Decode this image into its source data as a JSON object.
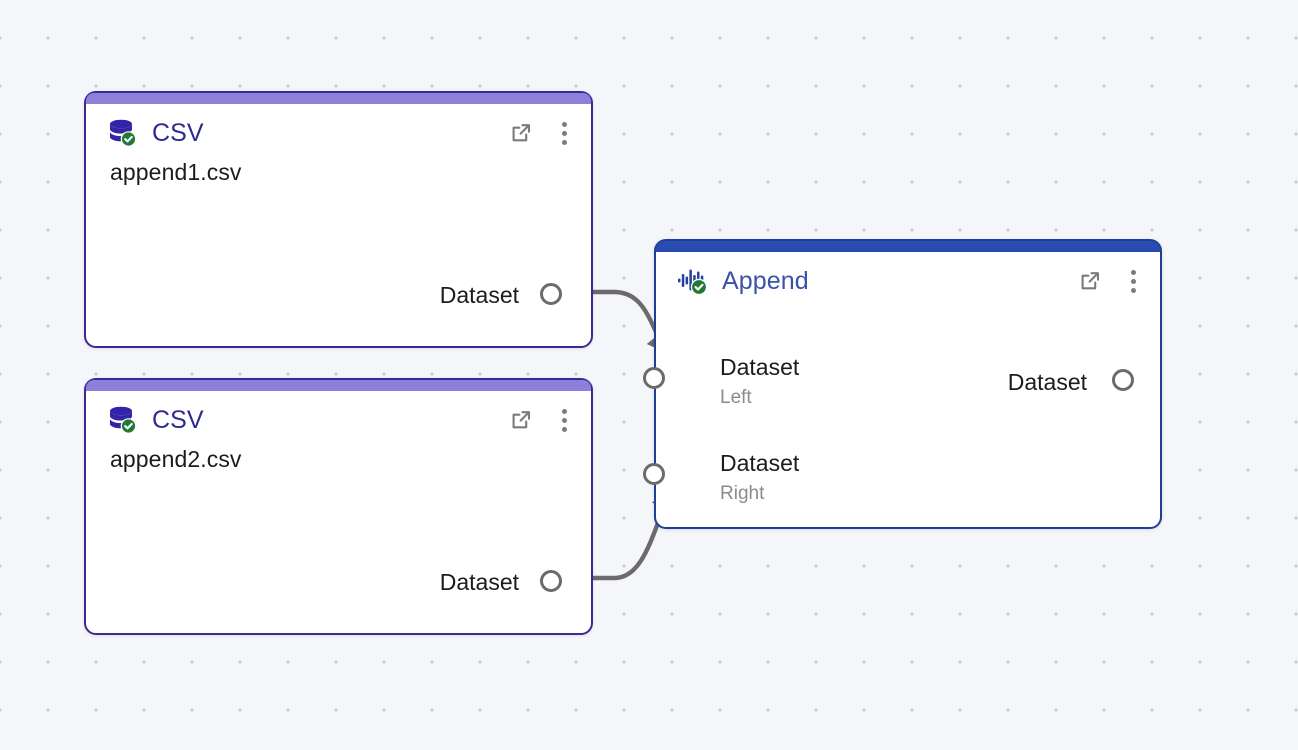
{
  "canvas": {
    "background_color": "#f4f6f9",
    "dot_color": "#c6cad2",
    "grid_spacing": 48
  },
  "palette": {
    "csv_border": "#3a2a96",
    "csv_header": "#8d80da",
    "csv_title_text": "#2e2a8f",
    "append_border": "#1f3f97",
    "append_header": "#2a4bb0",
    "append_title_text": "#3a53a8",
    "status_check_green": "#1f7a35",
    "port_stroke": "#6b6b6b",
    "edge_stroke": "#6b6b6b",
    "sublabel_text": "#8b8b8f",
    "body_text": "#1c1c1c"
  },
  "nodes": [
    {
      "id": "csv-1",
      "type": "CSV",
      "title": "CSV",
      "icon": "database-icon",
      "status_icon": "check-circle-icon",
      "file_name": "append1.csv",
      "open_icon": "external-link-icon",
      "menu_icon": "kebab-menu-icon",
      "outputs": [
        {
          "label": "Dataset"
        }
      ]
    },
    {
      "id": "csv-2",
      "type": "CSV",
      "title": "CSV",
      "icon": "database-icon",
      "status_icon": "check-circle-icon",
      "file_name": "append2.csv",
      "open_icon": "external-link-icon",
      "menu_icon": "kebab-menu-icon",
      "outputs": [
        {
          "label": "Dataset"
        }
      ]
    },
    {
      "id": "append-1",
      "type": "Append",
      "title": "Append",
      "icon": "waveform-icon",
      "status_icon": "check-circle-icon",
      "open_icon": "external-link-icon",
      "menu_icon": "kebab-menu-icon",
      "inputs": [
        {
          "label": "Dataset",
          "sublabel": "Left"
        },
        {
          "label": "Dataset",
          "sublabel": "Right"
        }
      ],
      "outputs": [
        {
          "label": "Dataset"
        }
      ]
    }
  ],
  "edges": [
    {
      "from": "csv-1.Dataset",
      "to": "append-1.Dataset.Left"
    },
    {
      "from": "csv-2.Dataset",
      "to": "append-1.Dataset.Right"
    }
  ]
}
